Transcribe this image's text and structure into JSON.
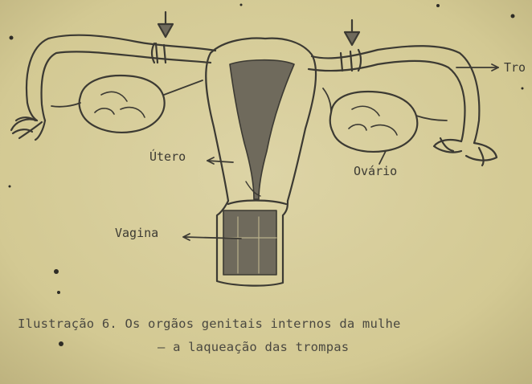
{
  "labels": {
    "utero": "Útero",
    "ovario": "Ovário",
    "trompa": "Tro",
    "vagina": "Vagina"
  },
  "caption": {
    "line1": "Ilustração 6. Os orgãos genitais internos da mulhe",
    "line2": "– a laqueação das trompas"
  },
  "colors": {
    "paper": "#d8cfa0",
    "ink": "#3c3a33",
    "fill_dark": "#6f6a5c"
  }
}
